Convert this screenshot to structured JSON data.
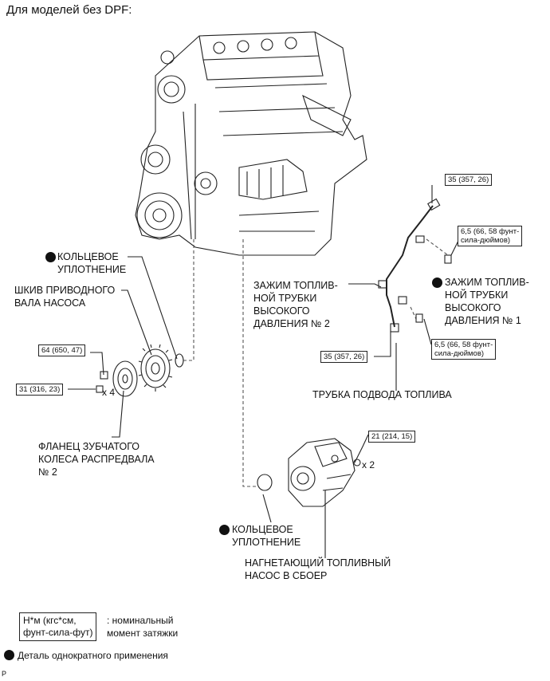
{
  "heading": "Для моделей без DPF:",
  "labels": {
    "o_ring_top": "КОЛЬЦЕВОЕ\nУПЛОТНЕНИЕ",
    "pulley": "ШКИВ ПРИВОДНОГО\nВАЛА НАСОСА",
    "flange": "ФЛАНЕЦ ЗУБЧАТОГО\nКОЛЕСА РАСПРЕДВАЛА\n№ 2",
    "clamp2": "ЗАЖИМ ТОПЛИВ-\nНОЙ ТРУБКИ\nВЫСОКОГО\nДАВЛЕНИЯ № 2",
    "clamp1": "ЗАЖИМ ТОПЛИВ-\nНОЙ ТРУБКИ\nВЫСОКОГО\nДАВЛЕНИЯ № 1",
    "fuel_tube": "ТРУБКА ПОДВОДА ТОПЛИВА",
    "o_ring_bottom": "КОЛЬЦЕВОЕ\nУПЛОТНЕНИЕ",
    "pump": "НАГНЕТАЮЩИЙ ТОПЛИВНЫЙ\nНАСОС В СБОЕР"
  },
  "torques": {
    "t_35_top": "35 (357, 26)",
    "t_65_top": "6,5 (66, 58 фунт-\nсила-дюймов)",
    "t_65_mid": "6,5 (66, 58 фунт-\nсила-дюймов)",
    "t_35_mid": "35 (357, 26)",
    "t_64": "64 (650, 47)",
    "t_31": "31 (316, 23)",
    "t_21": "21 (214, 15)"
  },
  "multipliers": {
    "x4": "x 4",
    "x2": "x 2"
  },
  "legend": {
    "unit_box": "Н*м (кгс*см,\nфунт-сила-фут)",
    "unit_desc": ": номинальный\nмомент затяжки",
    "one_time": "Деталь однократного применения"
  },
  "footer_code": "P"
}
